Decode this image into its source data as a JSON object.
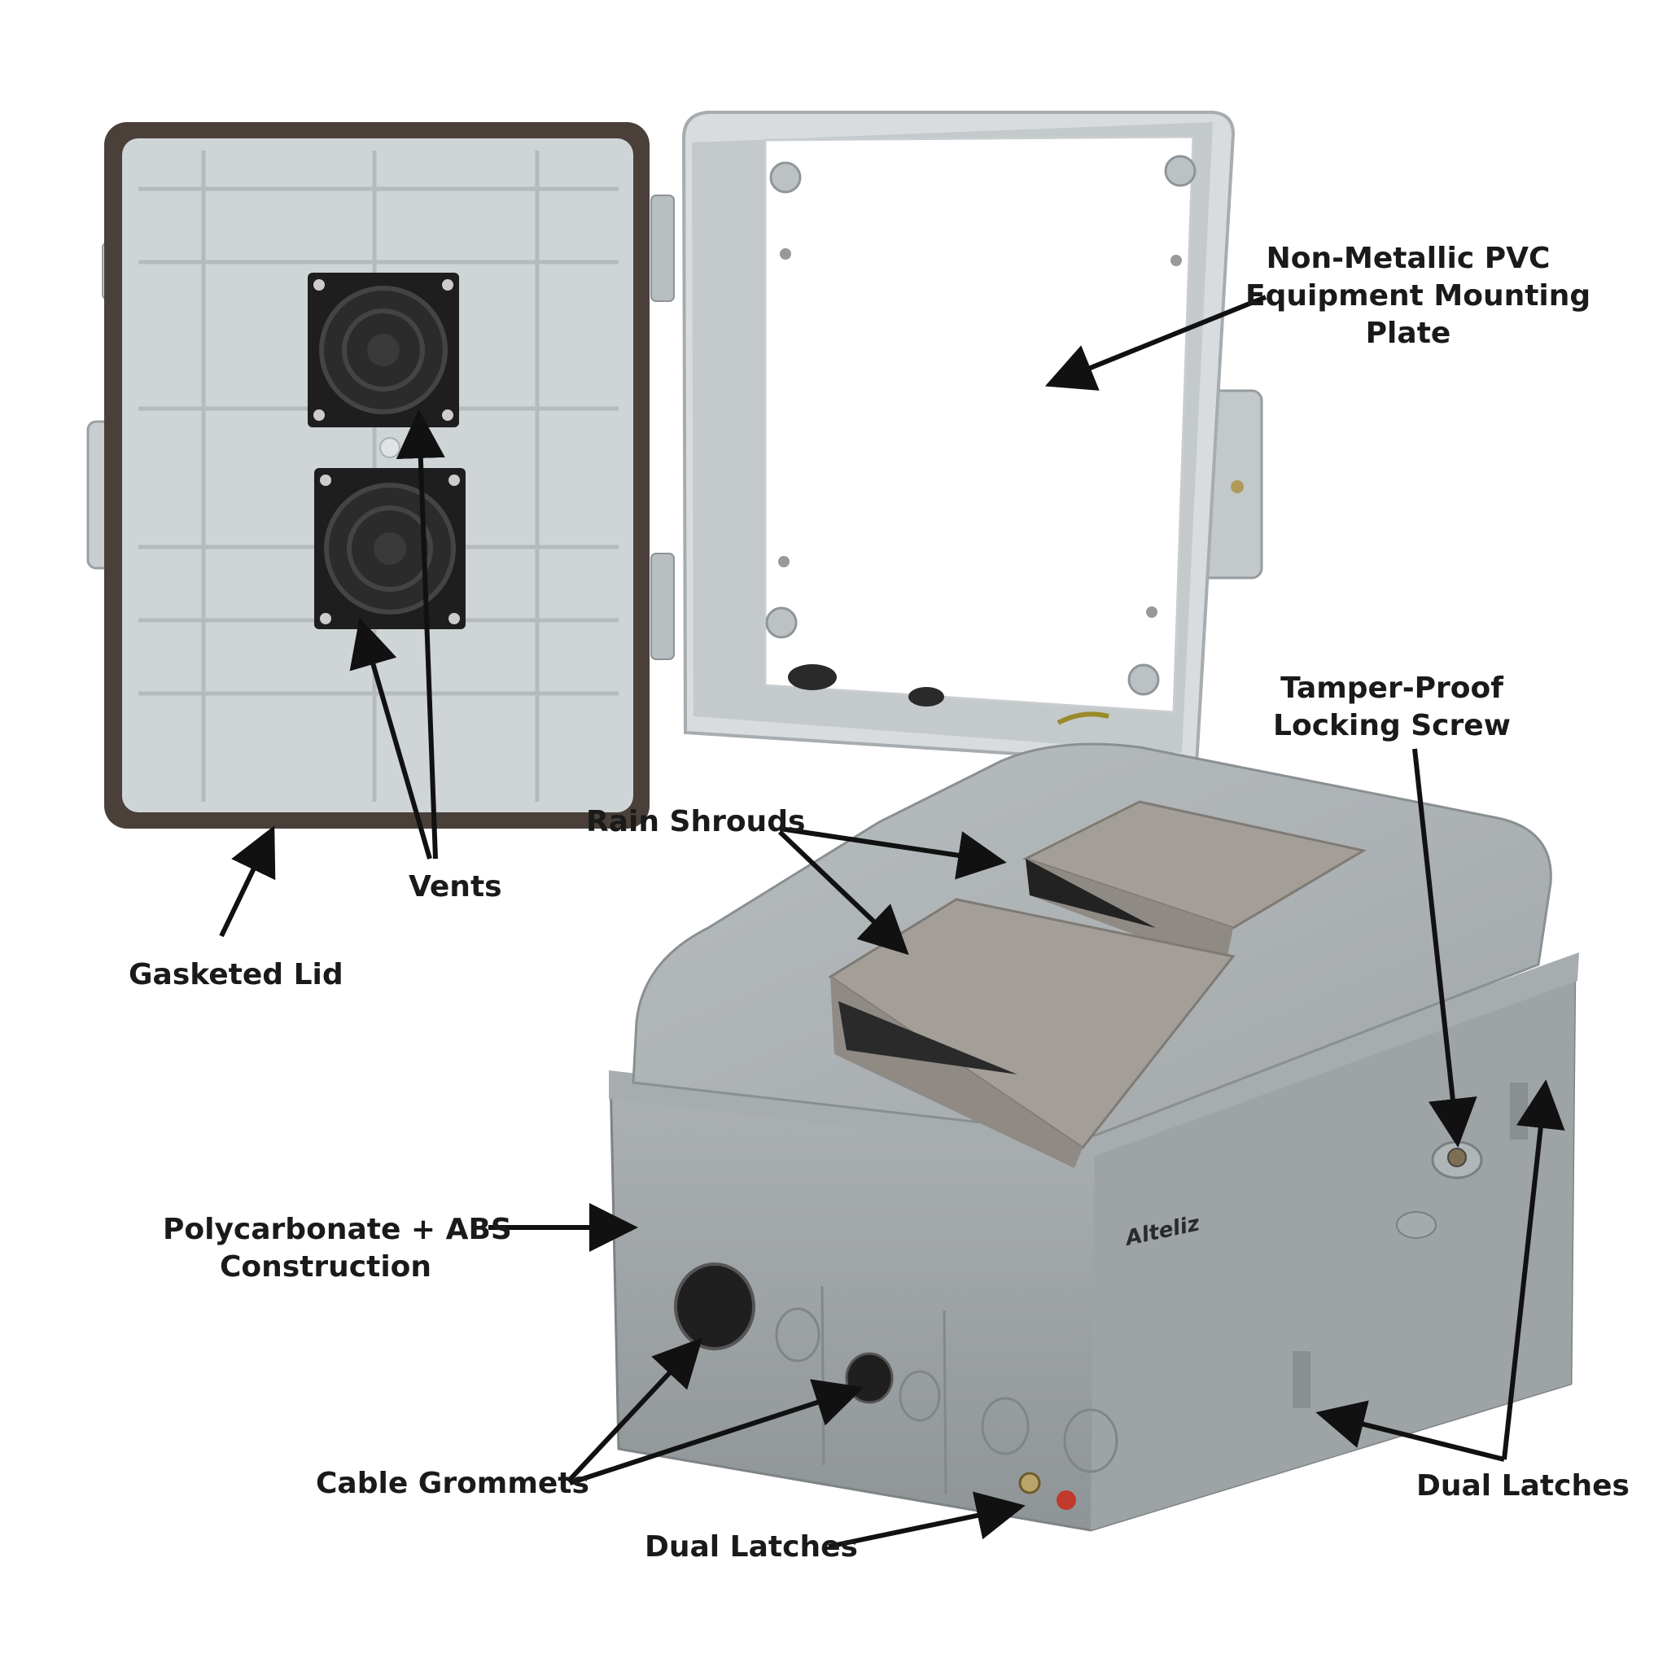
{
  "labels": {
    "mounting_plate": [
      "Non-Metallic PVC",
      "Equipment Mounting",
      "Plate"
    ],
    "tamper_screw": [
      "Tamper-Proof",
      "Locking Screw"
    ],
    "rain_shrouds": "Rain Shrouds",
    "vents": "Vents",
    "gasketed_lid": "Gasketed Lid",
    "construction": [
      "Polycarbonate + ABS",
      "Construction"
    ],
    "cable_grommets": "Cable Grommets",
    "dual_latches_bottom": "Dual Latches",
    "dual_latches_right": "Dual Latches",
    "brand": "Alteliz"
  },
  "colors": {
    "enclosure_gray": "#a9aeb1",
    "lid_interior": "#cfd4d7",
    "gasket": "#4a4039",
    "fan_black": "#1e1e1e",
    "shroud": "#a39e97",
    "arrow": "#111111"
  }
}
